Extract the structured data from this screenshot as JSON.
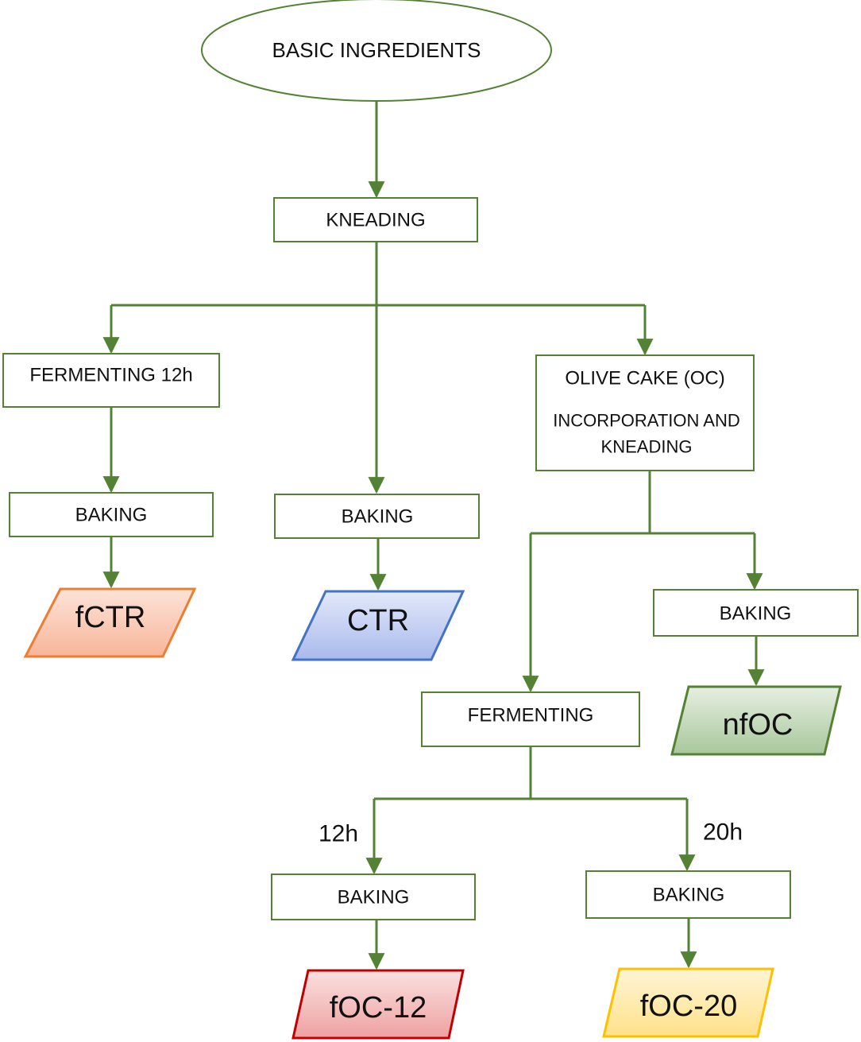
{
  "start": {
    "label": "BASIC INGREDIENTS"
  },
  "steps": {
    "kneading": "KNEADING",
    "fermenting_12h": "FERMENTING 12h",
    "olive_cake_title": "OLIVE CAKE (OC)",
    "olive_cake_line1": "INCORPORATION AND",
    "olive_cake_line2": "KNEADING",
    "baking_fctr": "BAKING",
    "baking_ctr": "BAKING",
    "baking_nfoc": "BAKING",
    "fermenting": "FERMENTING",
    "baking_12h": "BAKING",
    "baking_20h": "BAKING"
  },
  "branch_labels": {
    "h12": "12h",
    "h20": "20h"
  },
  "outputs": {
    "fctr": "fCTR",
    "ctr": "CTR",
    "nfoc": "nfOC",
    "foc12": "fOC-12",
    "foc20": "fOC-20"
  },
  "colors": {
    "connector": "#548235",
    "box_border": "#548235",
    "fctr_fill": "#f8b59a",
    "fctr_stroke": "#ed7d31",
    "ctr_fill": "#b4c2ee",
    "ctr_stroke": "#4472c4",
    "nfoc_fill": "#b7d0ae",
    "nfoc_stroke": "#548235",
    "foc12_fill": "#f2aaaa",
    "foc12_stroke": "#c00000",
    "foc20_fill": "#ffe699",
    "foc20_stroke": "#ffc000"
  }
}
